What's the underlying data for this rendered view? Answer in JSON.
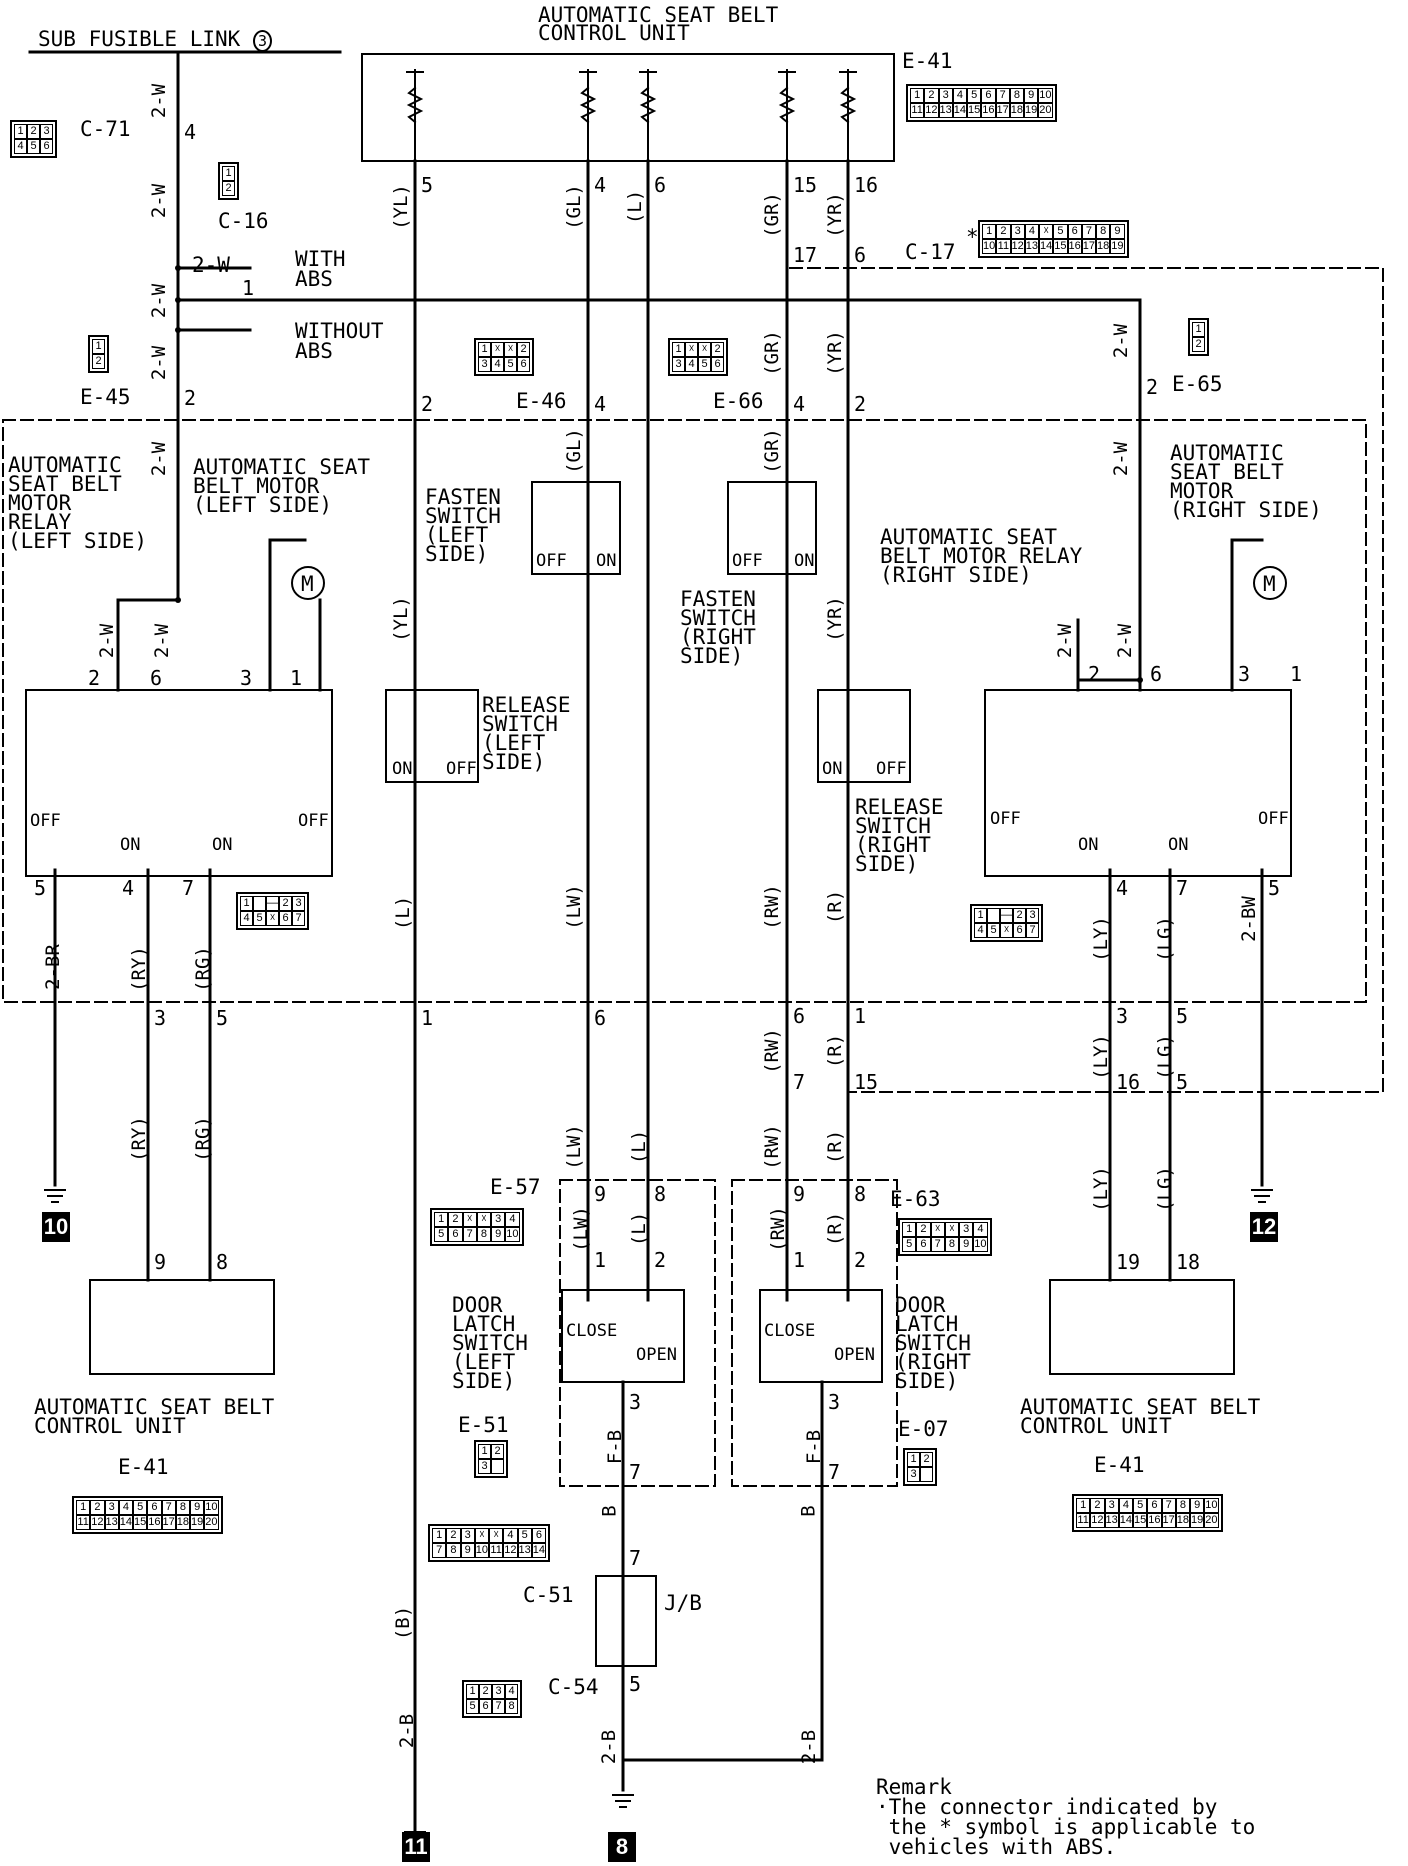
{
  "top": {
    "fusible_link": "SUB FUSIBLE LINK",
    "fusible_link_num": "3",
    "asbcu_title_1": "AUTOMATIC SEAT BELT",
    "asbcu_title_2": "CONTROL UNIT",
    "e41": "E-41",
    "c71": "C-71",
    "c16": "C-16",
    "c17": "C-17",
    "c17_star": "*",
    "with_abs_1": "WITH",
    "with_abs_2": "ABS",
    "without_abs_1": "WITHOUT",
    "without_abs_2": "ABS",
    "e45": "E-45",
    "e46": "E-46",
    "e66": "E-66",
    "e65": "E-65"
  },
  "components": {
    "motor_relay_left": [
      "AUTOMATIC",
      "SEAT BELT",
      "MOTOR",
      "RELAY",
      "(LEFT SIDE)"
    ],
    "motor_left": [
      "AUTOMATIC SEAT",
      "BELT MOTOR",
      "(LEFT SIDE)"
    ],
    "fasten_left": [
      "FASTEN",
      "SWITCH",
      "(LEFT",
      "SIDE)"
    ],
    "fasten_right": [
      "FASTEN",
      "SWITCH",
      "(RIGHT",
      "SIDE)"
    ],
    "release_left": [
      "RELEASE",
      "SWITCH",
      "(LEFT",
      "SIDE)"
    ],
    "release_right": [
      "RELEASE",
      "SWITCH",
      "(RIGHT",
      "SIDE)"
    ],
    "motor_relay_right": [
      "AUTOMATIC SEAT",
      "BELT MOTOR RELAY",
      "(RIGHT SIDE)"
    ],
    "motor_right": [
      "AUTOMATIC",
      "SEAT BELT",
      "MOTOR",
      "(RIGHT SIDE)"
    ],
    "door_latch_left": [
      "DOOR",
      "LATCH",
      "SWITCH",
      "(LEFT",
      "SIDE)"
    ],
    "door_latch_right": [
      "DOOR",
      "LATCH",
      "SWITCH",
      "(RIGHT",
      "SIDE)"
    ],
    "asbcu_bottom_left": [
      "AUTOMATIC SEAT BELT",
      "CONTROL UNIT"
    ],
    "asbcu_bottom_right": [
      "AUTOMATIC SEAT BELT",
      "CONTROL UNIT"
    ],
    "e41_left": "E-41",
    "e41_right": "E-41",
    "e57": "E-57",
    "e63": "E-63",
    "e51": "E-51",
    "e07": "E-07",
    "c51": "C-51",
    "c54": "C-54",
    "jb": "J/B",
    "off": "OFF",
    "on": "ON",
    "close": "CLOSE",
    "open": "OPEN",
    "m": "M"
  },
  "wires": {
    "w2w": "2-W",
    "yl": "(YL)",
    "gl": "(GL)",
    "l": "(L)",
    "gr": "(GR)",
    "yr": "(YR)",
    "lw": "(LW)",
    "rw": "(RW)",
    "r": "(R)",
    "ry": "(RY)",
    "rg": "(RG)",
    "ly": "(LY)",
    "lg": "(LG)",
    "b": "(B)",
    "w2br": "2-BR",
    "w2bw": "2-BW",
    "fb": "F-B",
    "bb": "B",
    "w2b": "2-B"
  },
  "grounds": {
    "g10": "10",
    "g11": "11",
    "g8": "8",
    "g12": "12"
  },
  "remark": {
    "title": "Remark",
    "line1": "·The connector indicated by",
    "line2": " the * symbol is applicable to",
    "line3": " vehicles with ABS."
  }
}
